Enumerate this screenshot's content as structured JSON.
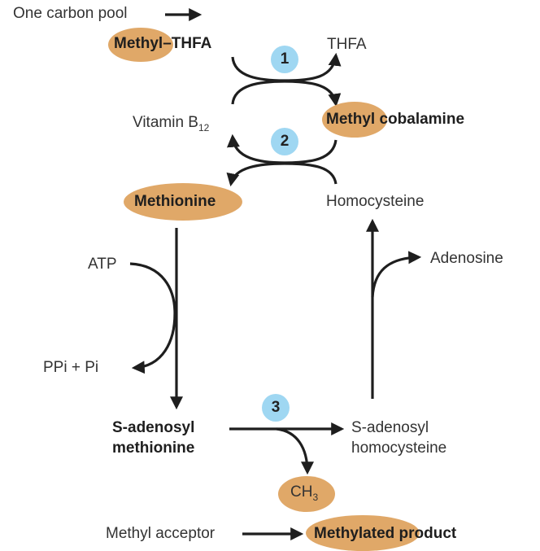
{
  "colors": {
    "highlight": "#e0a868",
    "badge": "#9fd7f2",
    "arrow": "#1e1e1e",
    "text": "#333333"
  },
  "labels": {
    "one_carbon_pool": "One carbon pool",
    "methyl_thfa_a": "Methyl",
    "methyl_thfa_b": "–THFA",
    "thfa": "THFA",
    "vitamin_b12": "Vitamin B",
    "vitamin_b12_sub": "12",
    "methylcobalamine_a": "Methyl",
    "methylcobalamine_b": "cobalamine",
    "methionine": "Methionine",
    "homocysteine": "Homocysteine",
    "atp": "ATP",
    "ppi_pi": "PPi + Pi",
    "adenosine": "Adenosine",
    "sam_1": "S-adenosyl",
    "sam_2": "methionine",
    "sah_1": "S-adenosyl",
    "sah_2": "homocysteine",
    "ch3": "CH",
    "ch3_sub": "3",
    "methyl_acceptor": "Methyl acceptor",
    "methylated_a": "Methylated",
    "methylated_b": "product"
  },
  "steps": [
    "1",
    "2",
    "3"
  ]
}
